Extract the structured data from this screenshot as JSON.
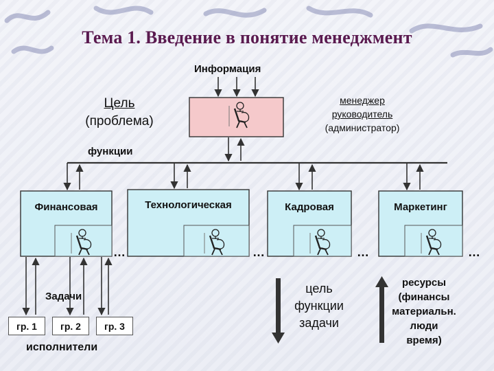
{
  "title": "Тема 1. Введение в понятие менеджмент",
  "top_label": "Информация",
  "goal": {
    "line1": "Цель",
    "line2": "(проблема)"
  },
  "manager": {
    "line1": "менеджер",
    "line2": "руководитель",
    "line3": "(администратор)"
  },
  "functions_label": "функции",
  "departments": [
    {
      "name": "Финансовая"
    },
    {
      "name": "Технологическая"
    },
    {
      "name": "Кадровая"
    },
    {
      "name": "Маркетинг"
    }
  ],
  "ellipsis": "…",
  "tasks_label": "Задачи",
  "groups": [
    "гр. 1",
    "гр. 2",
    "гр. 3"
  ],
  "performers_label": "исполнители",
  "down_arrow_text": {
    "line1": "цель",
    "line2": "функции",
    "line3": "задачи"
  },
  "up_arrow_text": {
    "line1": "ресурсы",
    "line2": "(финансы",
    "line3": "материальн.",
    "line4": "люди",
    "line5": "время)"
  },
  "colors": {
    "title": "#5a1a4f",
    "manager_box": "#f5c9cb",
    "dept_box": "#cdeff6",
    "stroke": "#333333"
  },
  "icons": {
    "person": "person-at-desk-icon"
  }
}
